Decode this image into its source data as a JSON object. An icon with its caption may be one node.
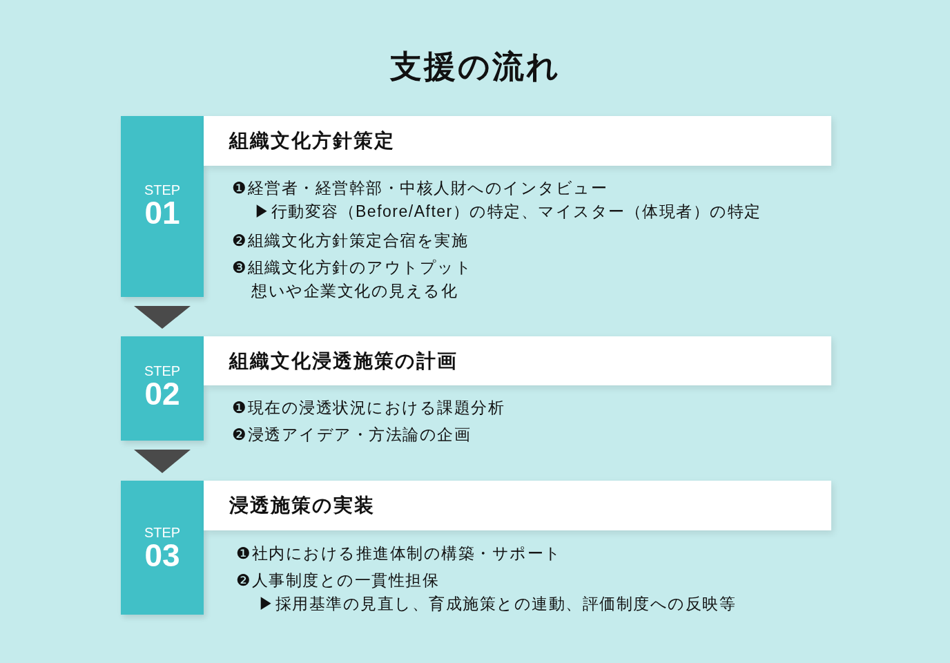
{
  "diagram": {
    "title": "支援の流れ",
    "nodes": [
      {
        "text": [
          "STEP",
          "01"
        ]
      },
      {
        "text": [
          "組織文化方針策定"
        ],
        "beside": [
          "❶経営者・経営幹部・中核人財へのインタビュー",
          "▶行動変容（Before/After）の特定、マイスター（体現者）の特定",
          "❷組織文化方針策定合宿を実施",
          "❸組織文化方針のアウトプット",
          "想いや企業文化の見える化"
        ]
      },
      {
        "text": [
          "STEP",
          "02"
        ]
      },
      {
        "text": [
          "組織文化浸透施策の計画"
        ],
        "beside": [
          "❶現在の浸透状況における課題分析",
          "❷浸透アイデア・方法論の企画"
        ]
      },
      {
        "text": [
          "STEP",
          "03"
        ]
      },
      {
        "text": [
          "浸透施策の実装"
        ],
        "beside": [
          "❶社内における推進体制の構築・サポート",
          "❷人事制度との一貫性担保",
          "▶採用基準の見直し、育成施策との連動、評価制度への反映等"
        ]
      }
    ],
    "edges": [
      {
        "from": 0,
        "to": 2,
        "arrow": "to"
      },
      {
        "from": 2,
        "to": 4,
        "arrow": "to"
      }
    ]
  }
}
